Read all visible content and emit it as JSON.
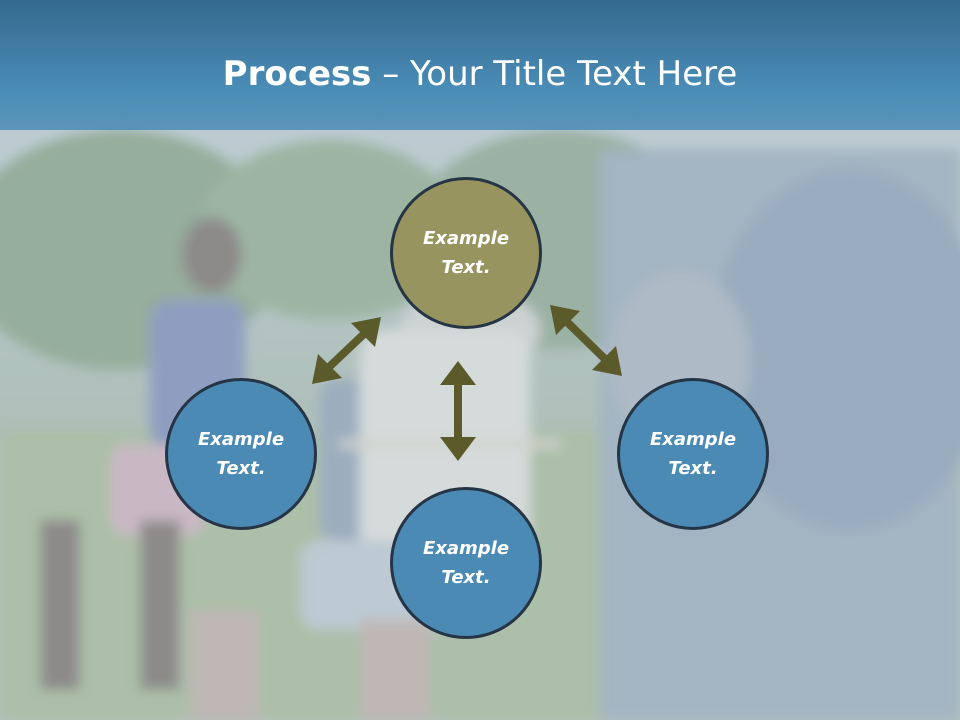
{
  "slide": {
    "title_bold": "Process",
    "title_separator": " – ",
    "title_rest": "Your Title Text Here"
  },
  "nodes": {
    "top": "Example\nText.",
    "left": "Example\nText.",
    "right": "Example\nText.",
    "bottom": "Example\nText."
  },
  "colors": {
    "title_bar": "#4a8db7",
    "center_node": "#97945f",
    "outer_node": "#4a8ab5",
    "arrow": "#5a5a2a"
  },
  "background": "faded photo of children playing tug-of-war on grass"
}
